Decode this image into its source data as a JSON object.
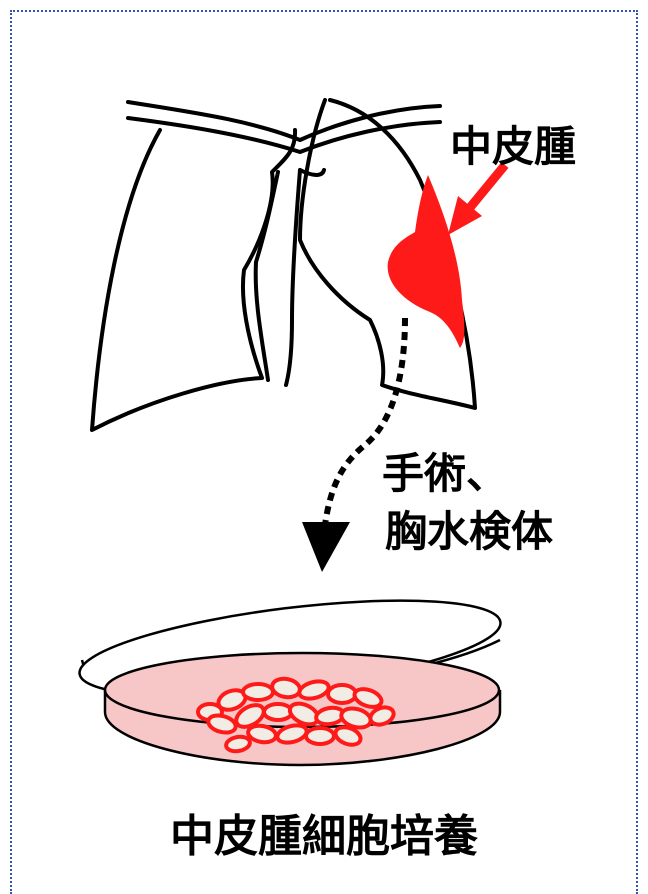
{
  "labels": {
    "tumor": "中皮腫",
    "surgery": "手術、",
    "effusion": "胸水検体",
    "culture": "中皮腫細胞培養"
  },
  "colors": {
    "tumor": "#ff1a1a",
    "medium": "#f7c7c7",
    "outline": "#000000",
    "border": "#3355aa"
  },
  "icons": [
    "lung-outline-icon",
    "tumor-shape-icon",
    "arrow-icon",
    "petri-dish-icon",
    "cell-cluster-icon"
  ]
}
